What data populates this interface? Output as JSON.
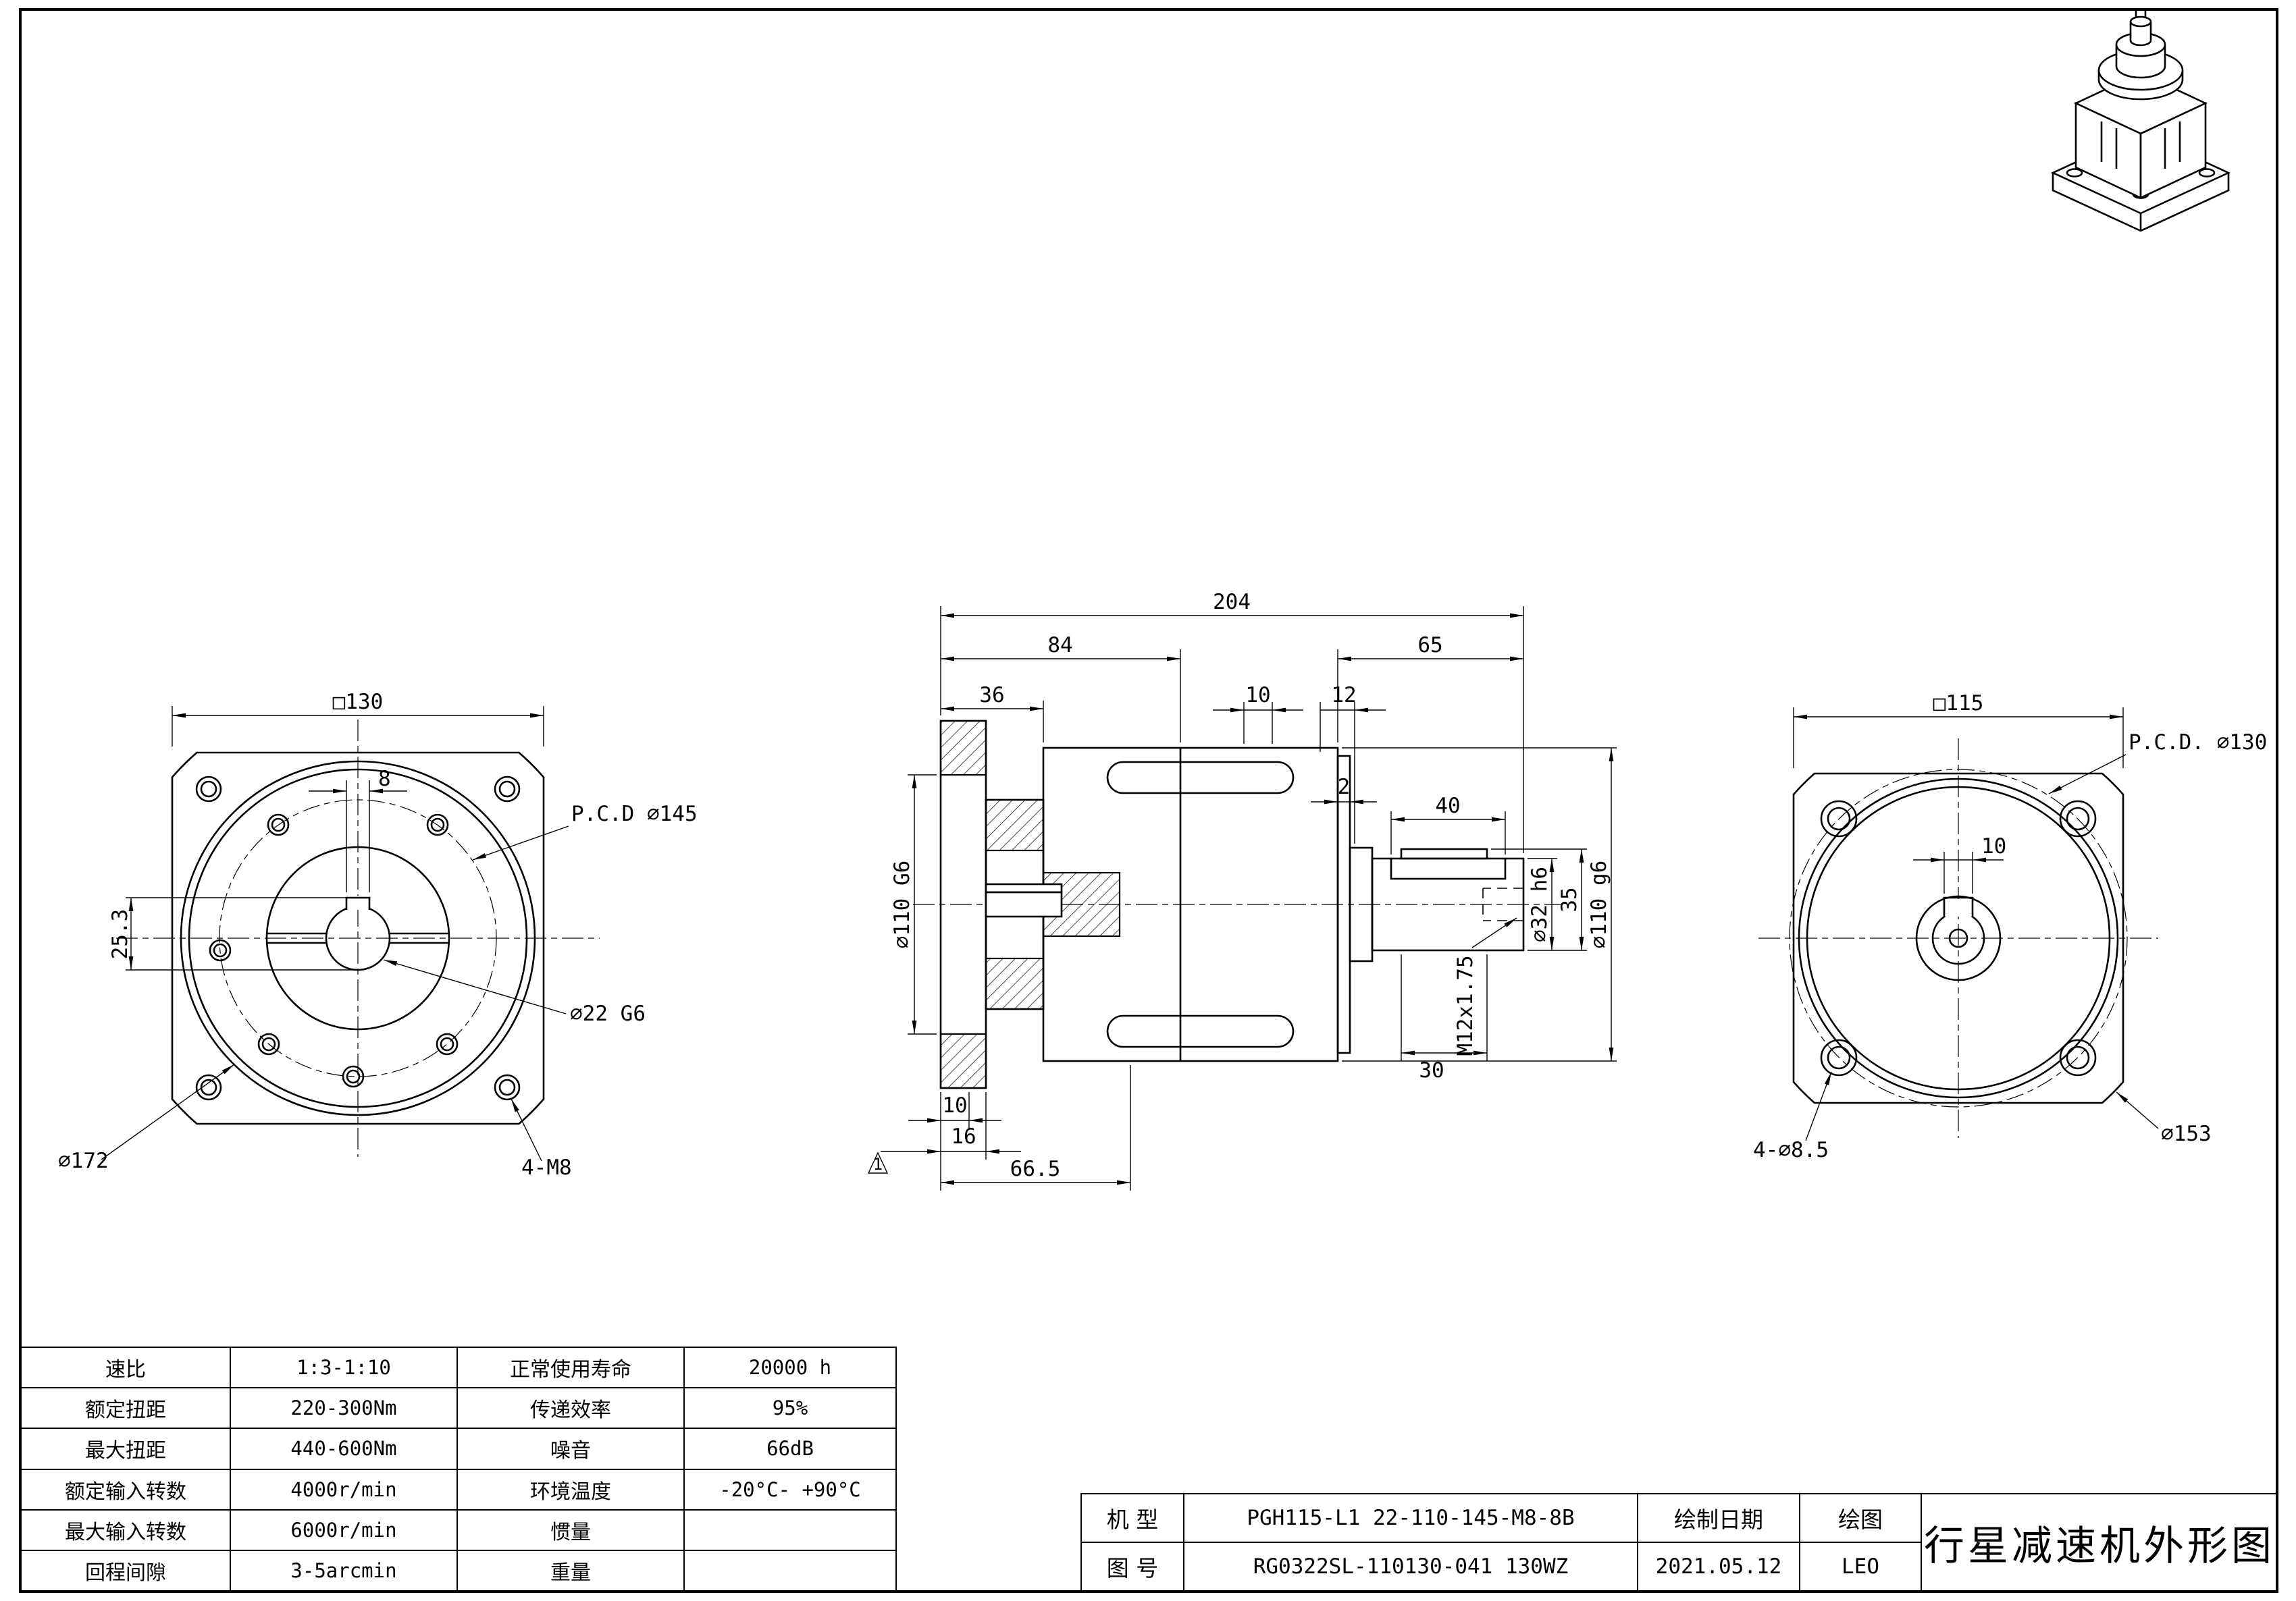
{
  "front_view": {
    "square": "□130",
    "keyway_width": "8",
    "pcd": "P.C.D ∅145",
    "keyway_depth": "25.3",
    "bore": "∅22 G6",
    "outer_dia": "∅172",
    "mount_holes": "4-M8"
  },
  "side_view": {
    "total_length": "204",
    "front_section": "84",
    "shaft_section": "65",
    "flange_section": "36",
    "dim_10_top": "10",
    "dim_12_top": "12",
    "dim_recess": "2",
    "keyway_length": "40",
    "input_bore": "∅110 G6",
    "shaft_dia": "∅32 h6",
    "key_height": "35",
    "spigot_dia": "∅110 g6",
    "thread": "M12x1.75",
    "key_length": "30",
    "dim_10_bottom": "10",
    "plate_thickness": "16",
    "datum_id": "1",
    "front_depth": "66.5"
  },
  "rear_view": {
    "square": "□115",
    "pcd": "P.C.D. ∅130",
    "keyway_width": "10",
    "mount_holes": "4-∅8.5",
    "outer_dia": "∅153"
  },
  "spec_table": {
    "rows": [
      [
        "速比",
        "1:3-1:10",
        "正常使用寿命",
        "20000 h"
      ],
      [
        "额定扭距",
        "220-300Nm",
        "传递效率",
        "95%"
      ],
      [
        "最大扭距",
        "440-600Nm",
        "噪音",
        "66dB"
      ],
      [
        "额定输入转数",
        "4000r/min",
        "环境温度",
        "-20°C- +90°C"
      ],
      [
        "最大输入转数",
        "6000r/min",
        "惯量",
        ""
      ],
      [
        "回程间隙",
        "3-5arcmin",
        "重量",
        ""
      ]
    ]
  },
  "title_block": {
    "model_label": "机 型",
    "model": "PGH115-L1 22-110-145-M8-8B",
    "date_label": "绘制日期",
    "drawn_label": "绘图",
    "drawing_no_label": "图 号",
    "drawing_no": "RG0322SL-110130-041 130WZ",
    "date": "2021.05.12",
    "drawn_by": "LEO",
    "title": "行星减速机外形图"
  }
}
